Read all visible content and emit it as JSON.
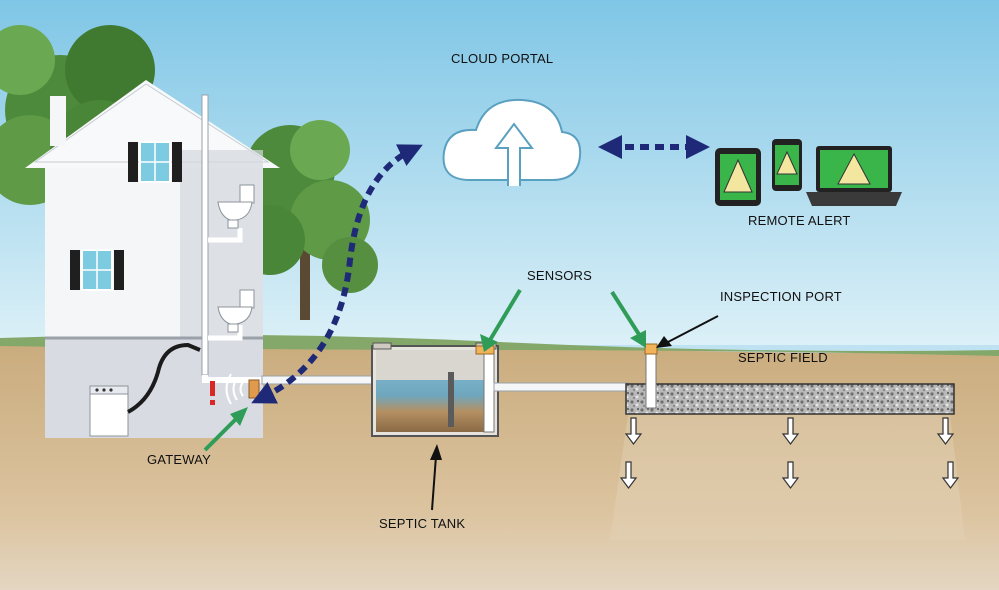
{
  "labels": {
    "cloud_portal": "CLOUD PORTAL",
    "remote_alert": "REMOTE ALERT",
    "sensors": "SENSORS",
    "inspection_port": "INSPECTION PORT",
    "septic_field": "SEPTIC FIELD",
    "gateway": "GATEWAY",
    "septic_tank": "SEPTIC TANK"
  },
  "icons": {
    "cloud": "cloud-upload-icon",
    "alert_devices": [
      "tablet-alert-icon",
      "phone-alert-icon",
      "laptop-alert-icon"
    ],
    "gateway_alert": "exclamation-icon"
  },
  "colors": {
    "sky": "#bfe2f2",
    "ground": "#d4b88d",
    "grass": "#84a86a",
    "wireless_arrow": "#1e2a78",
    "sensor_arrow": "#2f9d57",
    "alert_screen": "#39b54a",
    "alert_triangle": "#f3e7a0",
    "house": "#f4f6f8",
    "water": "#7fb4c9",
    "gravel": "#9a9a9a"
  }
}
